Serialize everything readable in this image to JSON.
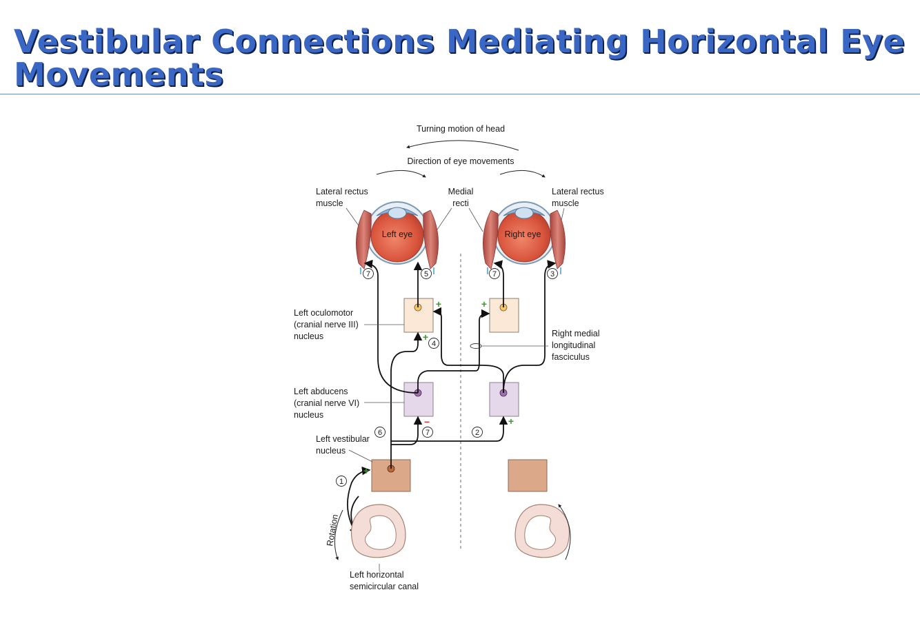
{
  "page": {
    "title": "Vestibular Connections Mediating Horizontal Eye Movements"
  },
  "diagram": {
    "labels": {
      "turning_motion": "Turning motion of head",
      "eye_direction": "Direction of eye movements",
      "lateral_rectus_left": [
        "Lateral rectus",
        "muscle"
      ],
      "medial_recti": [
        "Medial",
        "recti"
      ],
      "lateral_rectus_right": [
        "Lateral rectus",
        "muscle"
      ],
      "left_eye": "Left eye",
      "right_eye": "Right eye",
      "left_oculomotor": [
        "Left oculomotor",
        "(cranial nerve III)",
        "nucleus"
      ],
      "right_mlf": [
        "Right medial",
        "longitudinal",
        "fasciculus"
      ],
      "left_abducens": [
        "Left abducens",
        "(cranial nerve VI)",
        "nucleus"
      ],
      "left_vestibular": [
        "Left vestibular",
        "nucleus"
      ],
      "rotation": "Rotation",
      "left_canal": [
        "Left horizontal",
        "semicircular canal"
      ]
    },
    "steps": {
      "s1": "1",
      "s2": "2",
      "s3": "3",
      "s4": "4",
      "s5": "5",
      "s6": "6",
      "s7a": "7",
      "s7b": "7",
      "s7c": "7"
    },
    "signs": {
      "plus": "+",
      "minus": "–"
    },
    "colors": {
      "title_blue": "#3a66c4",
      "eye_red": "#e06a4e",
      "muscle": "#c8605a",
      "oculomotor_box": "#fbe8d6",
      "abducens_box": "#e4d8ea",
      "vestibular_box": "#dba98a",
      "canal": "#f3ddd6",
      "excite_green": "#3b9a2a",
      "inhibit_red": "#d2322f"
    }
  }
}
